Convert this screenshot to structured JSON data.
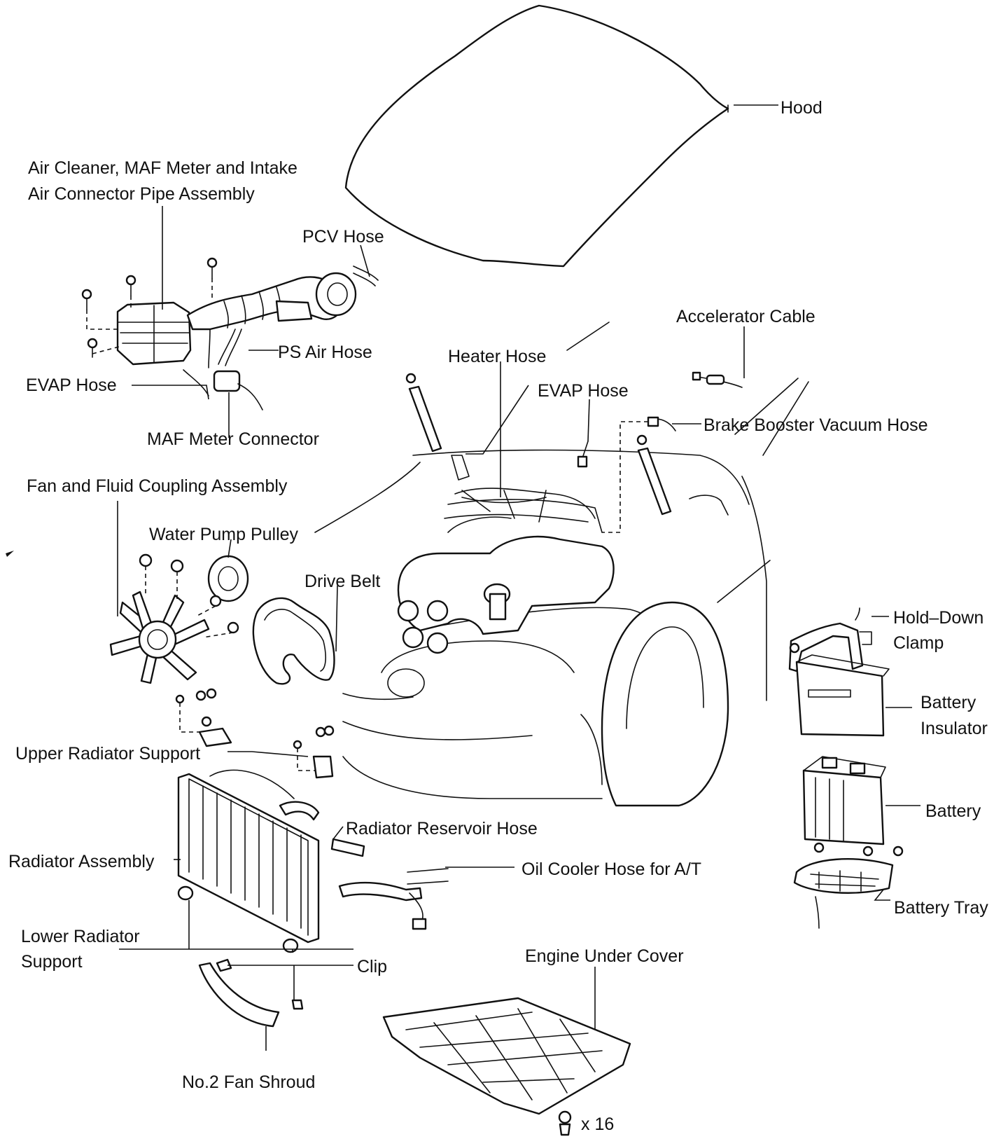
{
  "labels": {
    "hood": "Hood",
    "air_cleaner_1": "Air Cleaner, MAF Meter and Intake",
    "air_cleaner_2": "Air Connector Pipe Assembly",
    "pcv_hose": "PCV Hose",
    "ps_air_hose": "PS Air Hose",
    "evap_hose_left": "EVAP Hose",
    "maf_connector": "MAF Meter Connector",
    "heater_hose": "Heater Hose",
    "evap_hose_center": "EVAP Hose",
    "accelerator_cable": "Accelerator Cable",
    "brake_booster": "Brake Booster Vacuum Hose",
    "fan_coupling": "Fan and Fluid Coupling Assembly",
    "water_pump_pulley": "Water Pump Pulley",
    "drive_belt": "Drive Belt",
    "hold_down_1": "Hold–Down",
    "hold_down_2": "Clamp",
    "battery_insulator_1": "Battery",
    "battery_insulator_2": "Insulator",
    "battery": "Battery",
    "battery_tray": "Battery Tray",
    "upper_radiator_support": "Upper Radiator Support",
    "radiator_reservoir_hose": "Radiator Reservoir Hose",
    "radiator_assembly": "Radiator Assembly",
    "oil_cooler_hose": "Oil Cooler Hose for A/T",
    "lower_radiator_1": "Lower Radiator",
    "lower_radiator_2": "Support",
    "clip": "Clip",
    "engine_under_cover": "Engine Under Cover",
    "fan_shroud": "No.2 Fan Shroud",
    "bolt_count": "x 16"
  }
}
